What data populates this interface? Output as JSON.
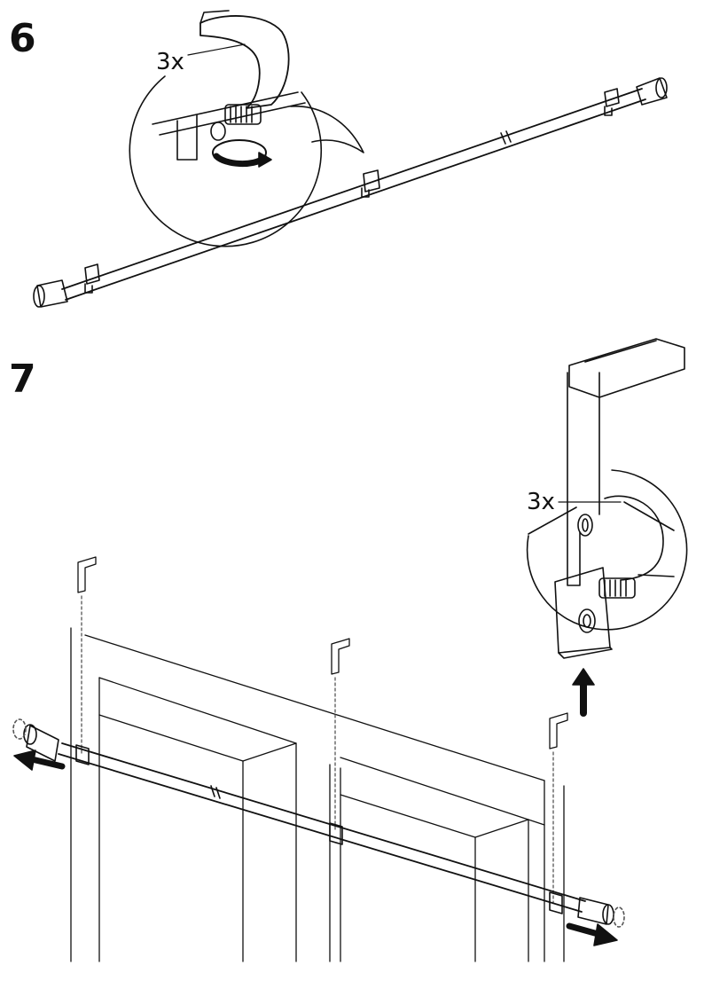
{
  "steps": [
    {
      "number": "6",
      "quantity_label": "3x"
    },
    {
      "number": "7",
      "quantity_label": "3x"
    }
  ],
  "colors": {
    "line": "#111111",
    "background": "#ffffff",
    "dashed": "#555555"
  },
  "icons": [
    "curtain-rod",
    "rod-bracket",
    "thumb-screw",
    "rotate-arrow",
    "push-up-arrow",
    "extend-left-arrow",
    "extend-right-arrow",
    "window-frame"
  ]
}
